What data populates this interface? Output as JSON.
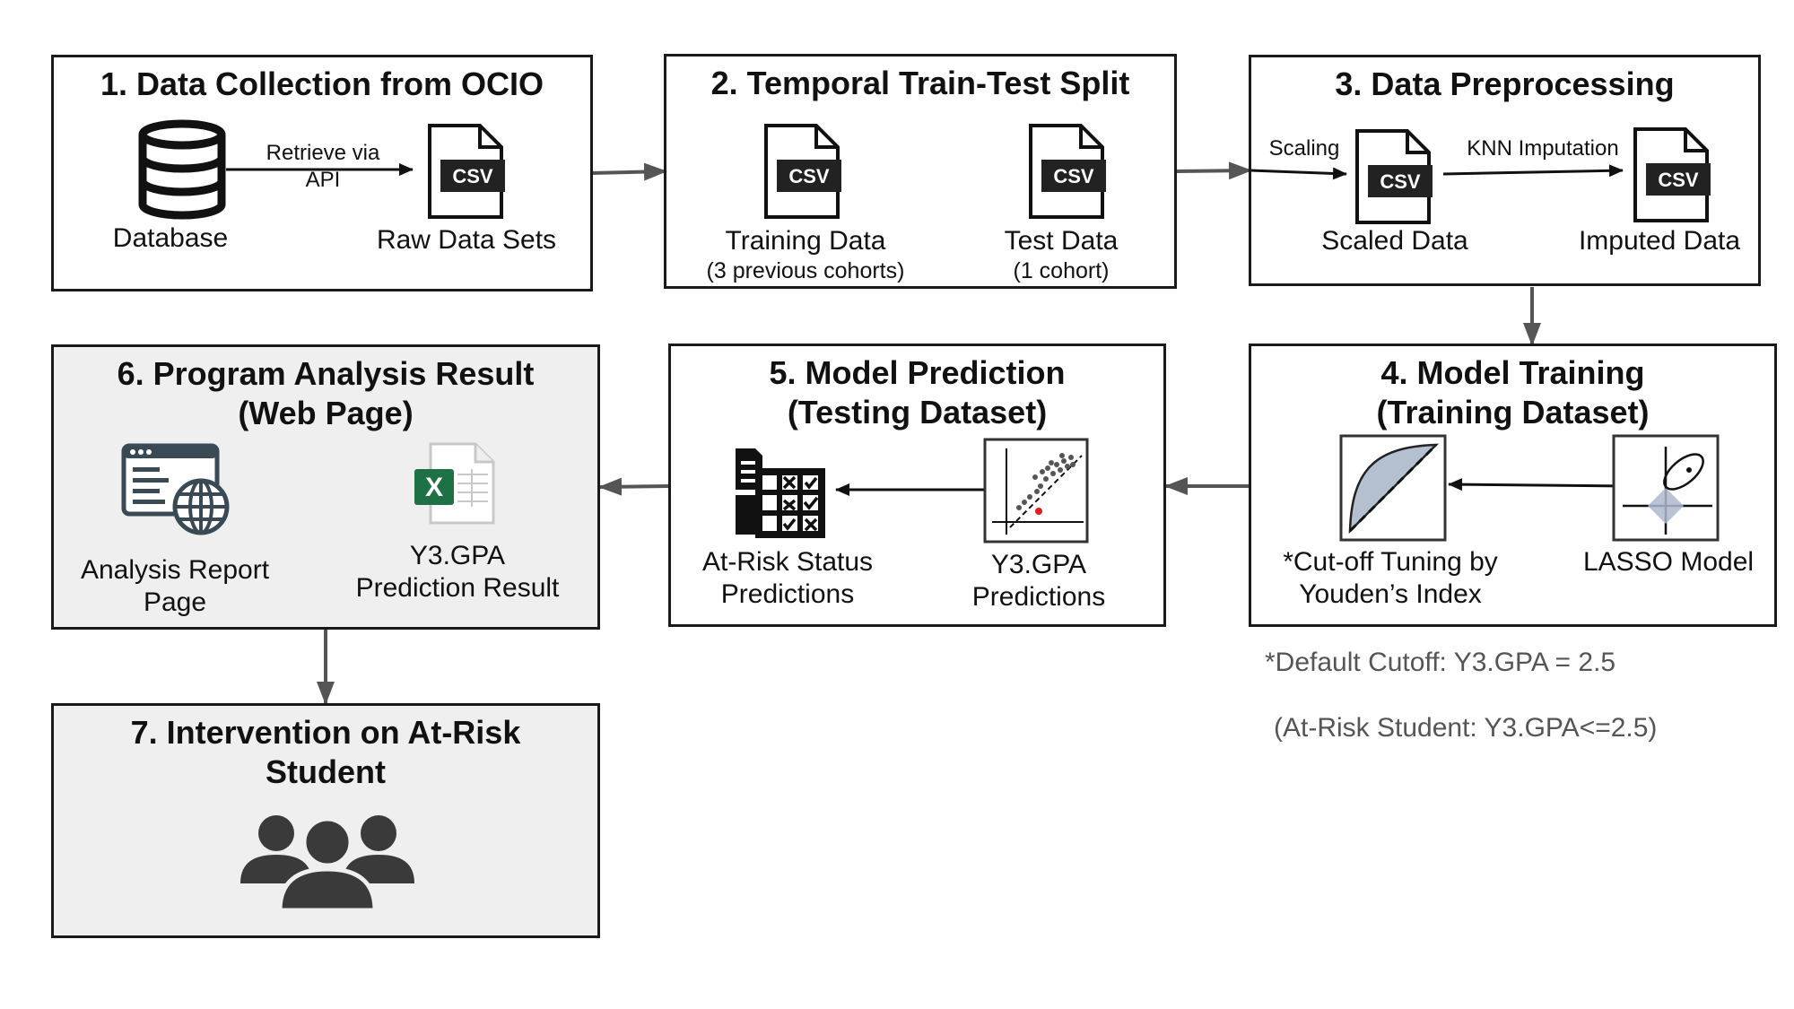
{
  "steps": {
    "s1": {
      "title": "1. Data Collection from OCIO",
      "database_label": "Database",
      "arrow_label_line1": "Retrieve via",
      "arrow_label_line2": "API",
      "output_label": "Raw Data Sets",
      "csv": "CSV"
    },
    "s2": {
      "title": "2. Temporal Train-Test Split",
      "train_label": "Training Data",
      "train_sub": "(3 previous cohorts)",
      "test_label": "Test Data",
      "test_sub": "(1 cohort)",
      "csv": "CSV"
    },
    "s3": {
      "title": "3. Data Preprocessing",
      "scaling_label": "Scaling",
      "knn_label": "KNN Imputation",
      "scaled_label": "Scaled Data",
      "imputed_label": "Imputed Data",
      "csv": "CSV"
    },
    "s4": {
      "title_line1": "4. Model Training",
      "title_line2": "(Training Dataset)",
      "cutoff_line1": "*Cut-off Tuning by",
      "cutoff_line2": "Youden’s Index",
      "lasso_label": "LASSO Model"
    },
    "s5": {
      "title_line1": "5. Model Prediction",
      "title_line2": "(Testing Dataset)",
      "status_line1": "At-Risk Status",
      "status_line2": "Predictions",
      "gpa_line1": "Y3.GPA",
      "gpa_line2": "Predictions"
    },
    "s6": {
      "title_line1": "6. Program Analysis Result",
      "title_line2": "(Web Page)",
      "report_line1": "Analysis Report",
      "report_line2": "Page",
      "result_line1": "Y3.GPA",
      "result_line2": "Prediction Result",
      "excel_letter": "X"
    },
    "s7": {
      "title_line1": "7. Intervention on At-Risk",
      "title_line2": "Student"
    }
  },
  "notes": {
    "default_cutoff": "*Default Cutoff: Y3.GPA = 2.5",
    "at_risk_def": "(At-Risk Student: Y3.GPA<=2.5)"
  },
  "colors": {
    "border": "#1a1a1a",
    "arrow": "#555555",
    "gray_fill": "#efefef",
    "excel_green": "#1e7145",
    "web_icon": "#3a4a55",
    "roc_fill": "#b4bfcf",
    "red_point": "#e02020",
    "people": "#3a3a3a"
  }
}
